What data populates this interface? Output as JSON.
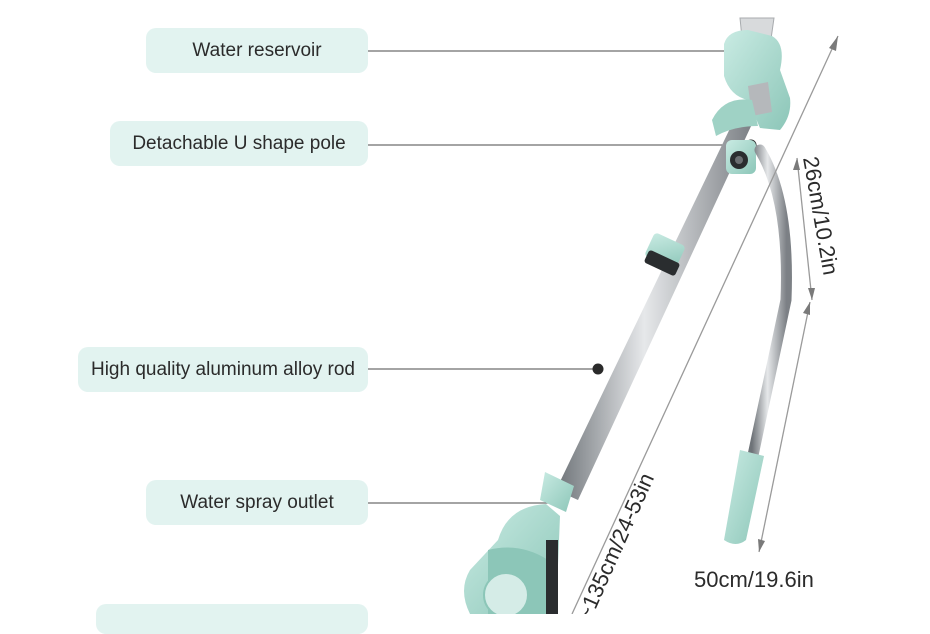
{
  "callouts": {
    "water_reservoir": "Water reservoir",
    "u_shape_pole": "Detachable U shape pole",
    "alloy_rod": "High quality aluminum alloy rod",
    "spray_outlet": "Water spray outlet"
  },
  "dimensions": {
    "total_length": "~135cm/24-53in",
    "handle_length": "26cm/10.2in",
    "u_pole_length": "50cm/19.6in"
  },
  "colors": {
    "callout_bg": "#e2f3f0",
    "mint": "#a8d8cc",
    "mint_dark": "#7fbcae",
    "steel": "#b9bcc0",
    "line": "#6d6d6d",
    "text": "#2b2b2b"
  }
}
